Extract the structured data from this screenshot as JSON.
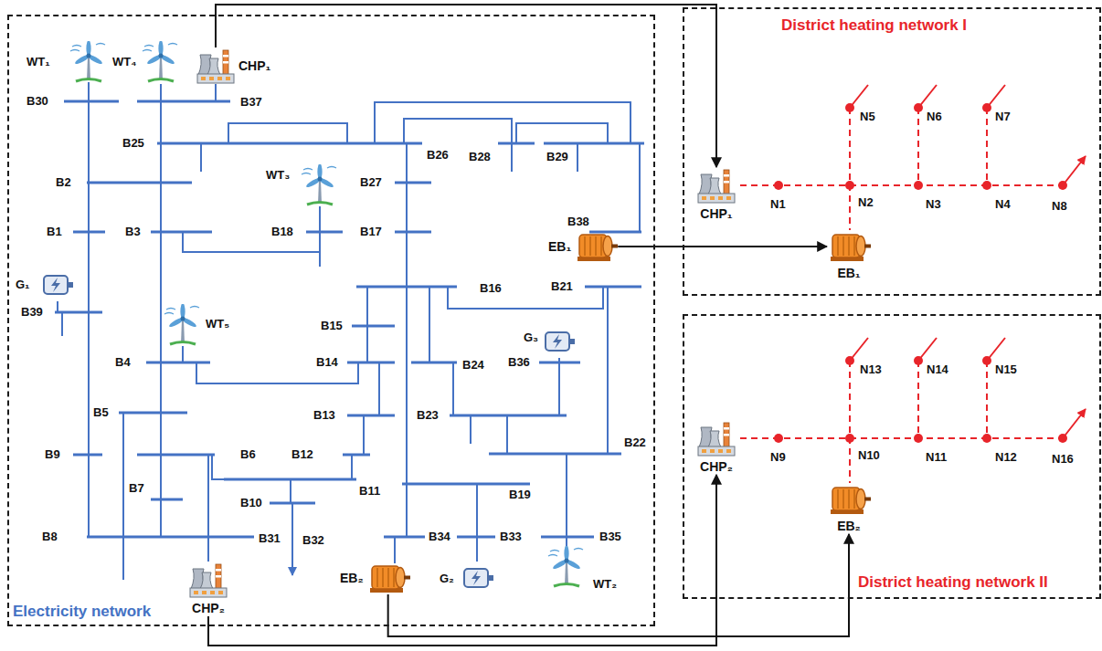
{
  "diagram": {
    "nodes": [
      {
        "text": [
          "Electricity network"
        ]
      },
      {
        "text": [
          "CHP₁"
        ],
        "in": 0
      },
      {
        "text": [
          "EB₁"
        ],
        "in": 0
      },
      {
        "text": [
          "CHP₂"
        ],
        "in": 0
      },
      {
        "text": [
          "EB₂"
        ],
        "in": 0
      },
      {
        "text": [
          "District heating network I"
        ]
      },
      {
        "text": [
          "CHP₁"
        ],
        "in": 5
      },
      {
        "text": [
          "EB₁"
        ],
        "in": 5
      },
      {
        "text": [
          "District heating network II"
        ]
      },
      {
        "text": [
          "CHP₂"
        ],
        "in": 8
      },
      {
        "text": [
          "EB₂"
        ],
        "in": 8
      }
    ],
    "edges": [
      {
        "from": 1,
        "to": 6,
        "arrow": "to"
      },
      {
        "from": 2,
        "to": 7,
        "arrow": "to"
      },
      {
        "from": 3,
        "to": 9,
        "arrow": "to"
      },
      {
        "from": 4,
        "to": 10,
        "arrow": "to"
      }
    ],
    "labels": [
      "WT₁",
      "WT₄",
      "B30",
      "B37",
      "B25",
      "B26",
      "B28",
      "B29",
      "B2",
      "WT₃",
      "B27",
      "B1",
      "B3",
      "B18",
      "B17",
      "B38",
      "G₁",
      "B16",
      "B21",
      "B39",
      "B15",
      "WT₅",
      "G₃",
      "B4",
      "B14",
      "B24",
      "B36",
      "B13",
      "B23",
      "B5",
      "B22",
      "B9",
      "B6",
      "B12",
      "B11",
      "B19",
      "B7",
      "B10",
      "B8",
      "B31",
      "B32",
      "B34",
      "B33",
      "B35",
      "G₂",
      "WT₂",
      "N5",
      "N6",
      "N7",
      "N1",
      "N2",
      "N3",
      "N4",
      "N8",
      "N13",
      "N14",
      "N15",
      "N9",
      "N10",
      "N11",
      "N12",
      "N16"
    ]
  }
}
